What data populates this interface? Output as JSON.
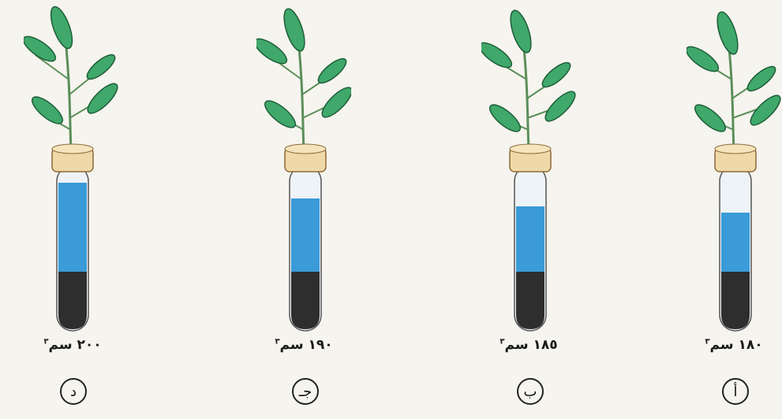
{
  "tubes": [
    {
      "volume": "٢٠٠ سم",
      "unit_power": "٣",
      "label": "د",
      "water_level": 0.95
    },
    {
      "volume": "١٩٠ سم",
      "unit_power": "٣",
      "label": "جـ",
      "water_level": 0.82
    },
    {
      "volume": "١٨٥ سم",
      "unit_power": "٣",
      "label": "ب",
      "water_level": 0.78
    },
    {
      "volume": "١٨٠ سم",
      "unit_power": "٣",
      "label": "أ",
      "water_level": 0.7
    }
  ],
  "colors": {
    "water": "#3a9bd8",
    "soil": "#2e2e2e",
    "cork": "#f0d9a8",
    "leaf": "#3fa86a",
    "leaf_edge": "#1f5e3a"
  }
}
